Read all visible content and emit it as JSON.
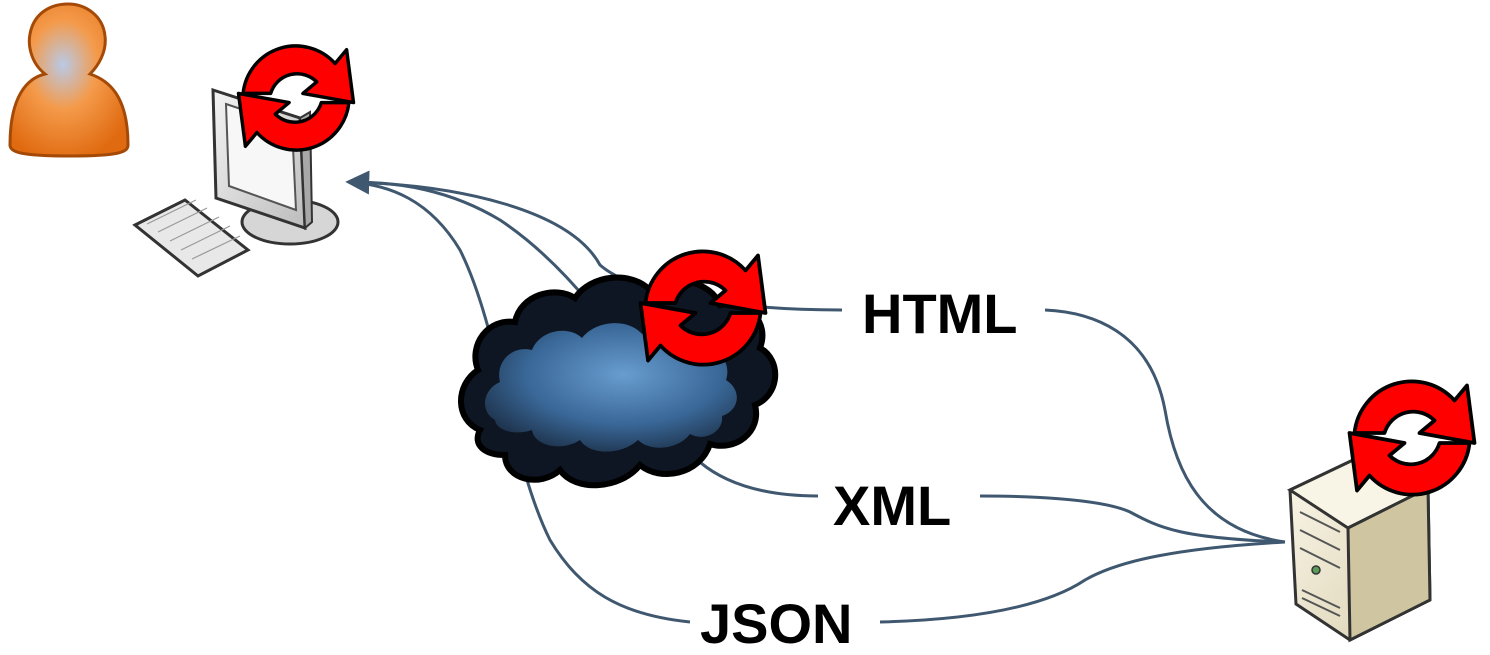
{
  "diagram": {
    "formats": [
      {
        "id": "html",
        "label": "HTML"
      },
      {
        "id": "xml",
        "label": "XML"
      },
      {
        "id": "json",
        "label": "JSON"
      }
    ],
    "nodes": [
      {
        "id": "user",
        "icon": "person-icon"
      },
      {
        "id": "client",
        "icon": "computer-icon"
      },
      {
        "id": "network",
        "icon": "cloud-icon"
      },
      {
        "id": "server",
        "icon": "server-icon"
      }
    ],
    "refresh_icon": "refresh-cycle-icon",
    "colors": {
      "connector": "#3f5870",
      "refresh": "#ff0000",
      "cloud_dark": "#0d1622",
      "cloud_light": "#5e93c8",
      "person": "#f07d22",
      "monitor": "#dcdcdc",
      "server": "#f0ead8"
    }
  }
}
